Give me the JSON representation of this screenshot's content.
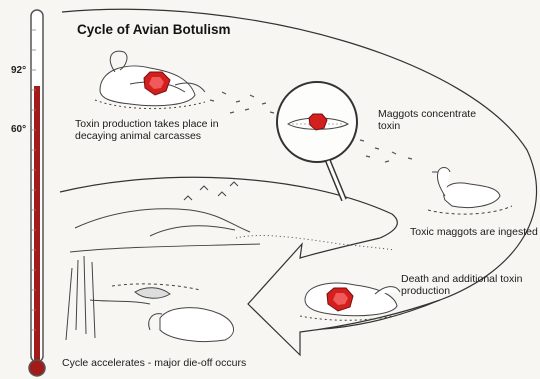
{
  "title": "Cycle of Avian Botulism",
  "thermometer": {
    "ticks": [
      "92°",
      "60°"
    ],
    "fill_color": "#a11b1b",
    "tube_color": "#555555"
  },
  "steps": [
    {
      "text": "Toxin production takes place in decaying animal carcasses"
    },
    {
      "text": "Maggots concentrate toxin"
    },
    {
      "text": "Toxic maggots are ingested"
    },
    {
      "text": "Death and additional toxin production"
    },
    {
      "text": "Cycle accelerates - major die-off occurs"
    }
  ],
  "colors": {
    "toxin": "#d41f1f",
    "line_art": "#444444",
    "cycle_line": "#333333"
  },
  "icons": [
    "dead-bird-icon",
    "magnifying-glass-icon",
    "maggot-icon",
    "swimming-duck-icon",
    "wetland-scene-icon",
    "toxin-symbol-icon"
  ]
}
